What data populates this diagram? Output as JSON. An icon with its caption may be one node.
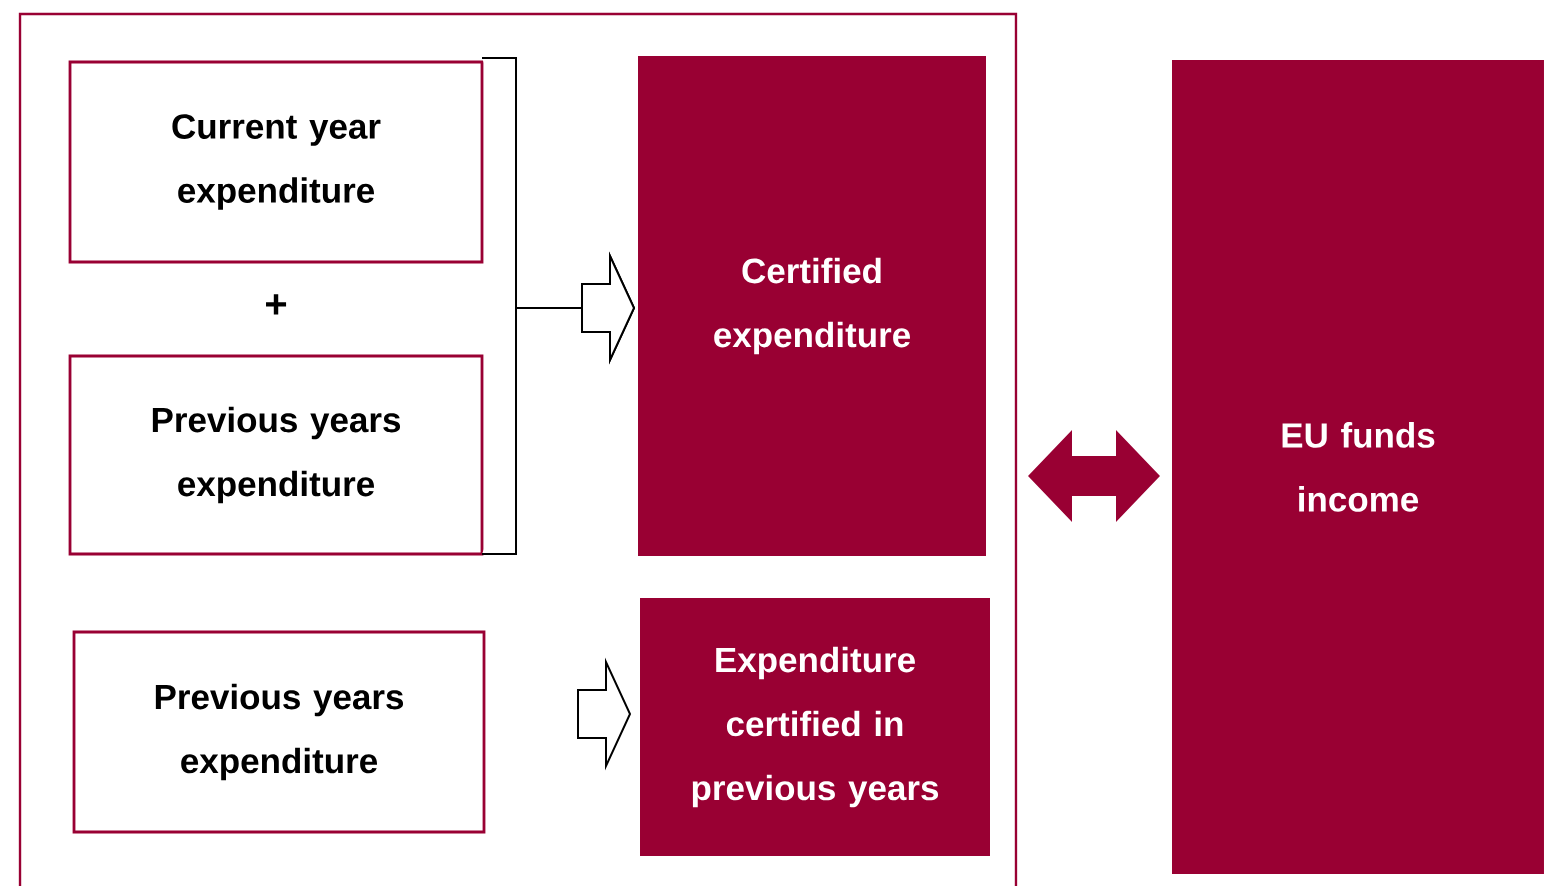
{
  "diagram": {
    "nodes": [
      {
        "text": [],
        "shape": "box"
      },
      {
        "text": [
          "Current year expenditure"
        ],
        "in": 0
      },
      {
        "text": [
          "Previous years expenditure"
        ],
        "in": 0
      },
      {
        "text": [
          "Certified expenditure"
        ],
        "in": 0
      },
      {
        "text": [
          "Previous years expenditure"
        ],
        "in": 0
      },
      {
        "text": [
          "Expenditure certified in previous years"
        ],
        "in": 0
      },
      {
        "text": [
          "EU funds income"
        ]
      }
    ],
    "edges": [
      {
        "from": 1,
        "to": 3,
        "arrow": "to"
      },
      {
        "from": 2,
        "to": 3,
        "arrow": "to"
      },
      {
        "from": 4,
        "to": 5,
        "arrow": "to"
      },
      {
        "from": 0,
        "to": 6,
        "arrow": "both"
      }
    ],
    "labels": [
      "+"
    ]
  }
}
